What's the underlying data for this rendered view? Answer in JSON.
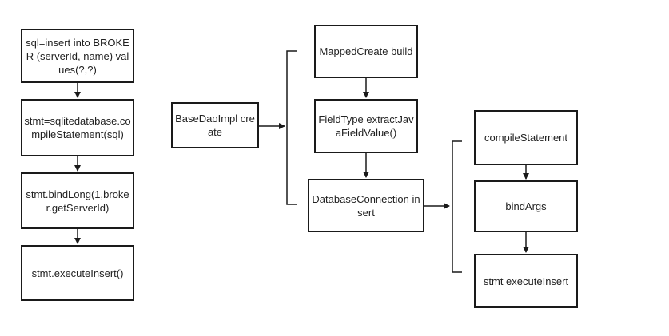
{
  "colors": {
    "stroke": "#1a1a1a",
    "text": "#222222",
    "background": "#ffffff"
  },
  "left_column": {
    "sql_node": "sql=insert into BROKER (serverId, name) values(?,?)",
    "compile_node": "stmt=sqlitedatabase.compileStatement(sql)",
    "bind_node": "stmt.bindLong(1,broker.getServerId)",
    "execute_node": "stmt.executeInsert()"
  },
  "middle": {
    "base_dao_node": "BaseDaoImpl create",
    "mapped_create_node": "MappedCreate build",
    "field_type_node": "FieldType extractJavaFieldValue()",
    "database_connection_node": "DatabaseConnection insert"
  },
  "right_column": {
    "compile_statement_node": "compileStatement",
    "bind_args_node": "bindArgs",
    "stmt_execute_node": "stmt executeInsert"
  }
}
